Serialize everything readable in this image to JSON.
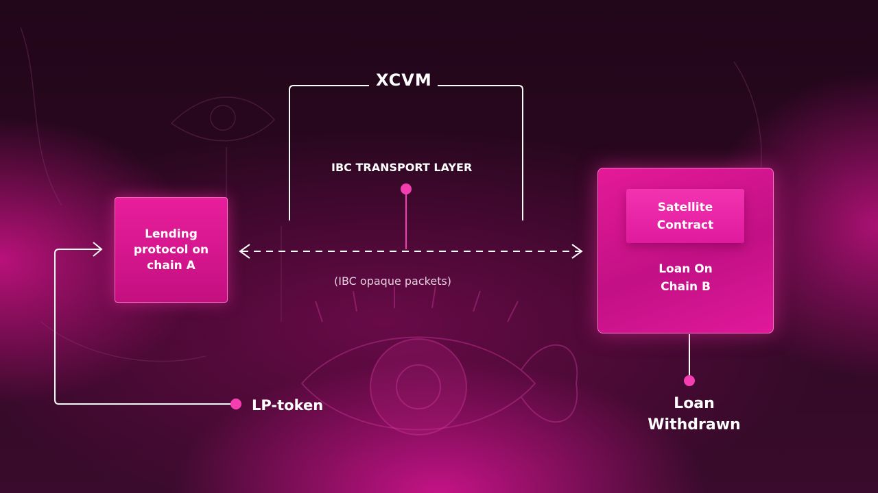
{
  "diagram": {
    "top_frame_label": "XCVM",
    "transport_label": "IBC TRANSPORT LAYER",
    "packets_label": "(IBC opaque packets)",
    "chain_a_label": "Lending protocol on chain A",
    "satellite_label": "Satellite Contract",
    "chain_b_label": "Loan On Chain B",
    "lp_label": "LP-token",
    "withdrawn_label": "Loan Withdrawn"
  },
  "colors": {
    "accent": "#e81e9c",
    "background": "#22061a",
    "line": "#ffffff"
  }
}
